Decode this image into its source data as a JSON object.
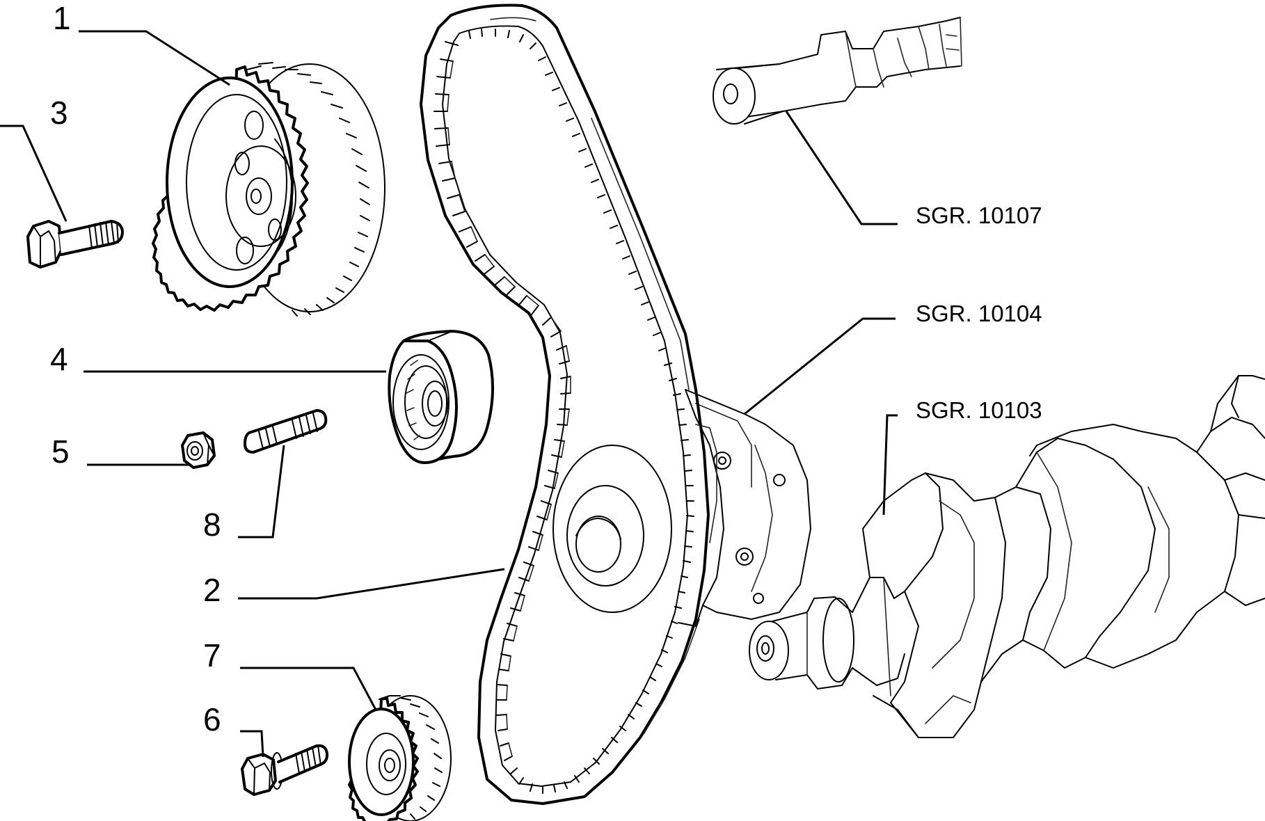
{
  "diagram": {
    "parts": [
      {
        "number": "1",
        "part": "camshaft-sprocket"
      },
      {
        "number": "2",
        "part": "timing-belt"
      },
      {
        "number": "3",
        "part": "sprocket-bolt"
      },
      {
        "number": "4",
        "part": "tensioner-pulley"
      },
      {
        "number": "5",
        "part": "nut"
      },
      {
        "number": "6",
        "part": "crank-sprocket-bolt"
      },
      {
        "number": "7",
        "part": "crankshaft-sprocket"
      },
      {
        "number": "8",
        "part": "stud"
      }
    ],
    "references": [
      {
        "text": "SGR. 10107",
        "part": "camshaft"
      },
      {
        "text": "SGR. 10104",
        "part": "oil-pump-housing"
      },
      {
        "text": "SGR. 10103",
        "part": "crankshaft"
      }
    ]
  }
}
